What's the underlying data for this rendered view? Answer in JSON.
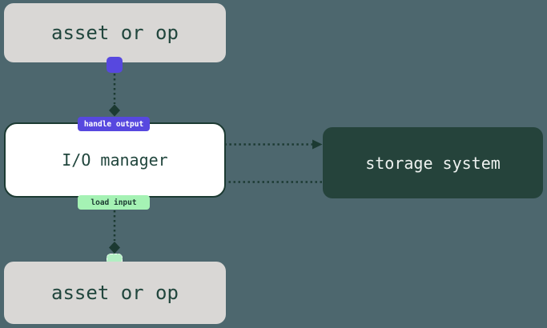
{
  "colors": {
    "background": "#4d676e",
    "node-gray": "#d9d7d5",
    "node-dark": "#25433b",
    "ink": "#1c3a32",
    "text-dark": "#21463d",
    "text-light": "#eef2f0",
    "purple": "#5748df",
    "mint": "#a5f2b4",
    "mint-port": "#b2efc3",
    "white": "#ffffff"
  },
  "diagram": {
    "nodes": {
      "asset_top": {
        "label": "asset or op"
      },
      "io_manager": {
        "label": "I/O manager"
      },
      "storage": {
        "label": "storage system"
      },
      "asset_bottom": {
        "label": "asset or op"
      }
    },
    "edges": {
      "handle_output": {
        "label": "handle output"
      },
      "load_input": {
        "label": "load input"
      }
    }
  }
}
